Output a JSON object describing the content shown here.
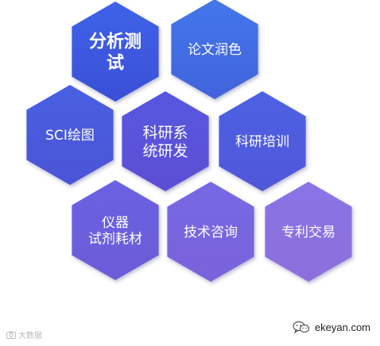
{
  "hexagons": [
    {
      "id": "fenxi",
      "lines": [
        "分析测",
        "试"
      ],
      "bold": true,
      "size": 22,
      "colorTop": "#3f63e8",
      "colorBot": "#3a4fd6"
    },
    {
      "id": "lunwen",
      "lines": [
        "论文润色"
      ],
      "bold": false,
      "size": 17,
      "colorTop": "#4377ea",
      "colorBot": "#4263dc"
    },
    {
      "id": "sci",
      "lines": [
        "SCI绘图"
      ],
      "bold": false,
      "size": 17,
      "colorTop": "#4a5fe2",
      "colorBot": "#4b55d6"
    },
    {
      "id": "keyan",
      "lines": [
        "科研系",
        "统研发"
      ],
      "bold": false,
      "size": 19,
      "colorTop": "#5957e0",
      "colorBot": "#5b4fd4"
    },
    {
      "id": "peixun",
      "lines": [
        "科研培训"
      ],
      "bold": false,
      "size": 17,
      "colorTop": "#4e60e4",
      "colorBot": "#5058d8"
    },
    {
      "id": "yiqi",
      "lines": [
        "仪器",
        "试剂耗材"
      ],
      "bold": false,
      "size": 17,
      "colorTop": "#6a62e2",
      "colorBot": "#6d5bd8"
    },
    {
      "id": "jishu",
      "lines": [
        "技术咨询"
      ],
      "bold": false,
      "size": 17,
      "colorTop": "#7668e4",
      "colorBot": "#7a63da"
    },
    {
      "id": "zhuanli",
      "lines": [
        "专利交易"
      ],
      "bold": false,
      "size": 17,
      "colorTop": "#8a74e6",
      "colorBot": "#8d6edc"
    }
  ],
  "footer": {
    "left": "大数据",
    "right": "ekeyan.com"
  }
}
